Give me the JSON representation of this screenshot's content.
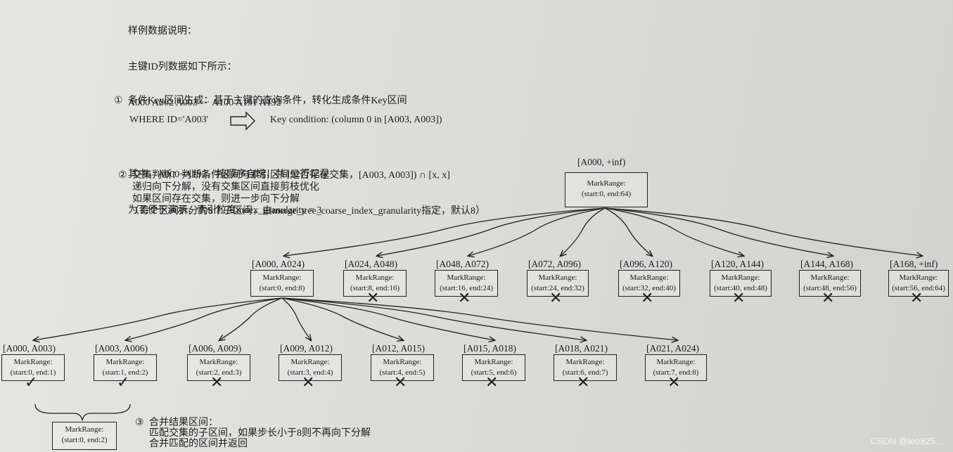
{
  "intro": [
    "样例数据说明：",
    "主键ID列数据如下所示：",
    "A000 A002 A003 ··· A100 A191 A192",
    "",
    "其中，A000~A192，按顺序自增，共192行记录",
    "为了便于演示，索引粒度index_granularity = 3"
  ],
  "step1": {
    "num": "①",
    "text": "条件Key区间生成：基于主键的查询条件，转化生成条件Key区间",
    "where": "WHERE ID='A003'",
    "arrow_icon": "right-arrow-icon",
    "key_condition": "Key condition: (column 0 in [A003, A003])"
  },
  "step2": {
    "num": "②",
    "lines": [
      "交集判断：判断条件区间与索引区间是否存在交集，[A003, A003]) ∩ [x, x]",
      "递归向下分解，没有交集区间直接剪枝优化",
      "如果区间存在交集，则进一步向下分解",
      "（每个区间拆分为8个子区间，由merge_tree_coarse_index_granularity指定，默认8）"
    ]
  },
  "step3": {
    "num": "③",
    "lines": [
      "合并结果区间：",
      "匹配交集的子区间，如果步长小于8则不再向下分解",
      "合并匹配的区间并返回"
    ]
  },
  "mark_title": "MarkRange:",
  "root": {
    "label": "[A000, +inf)",
    "range": "(start:0, end:64)"
  },
  "level1": [
    {
      "label": "[A000, A024)",
      "range": "(start:0, end:8)",
      "result": "expand"
    },
    {
      "label": "[A024, A048)",
      "range": "(start:8, end:16)",
      "result": "pruned"
    },
    {
      "label": "[A048, A072)",
      "range": "(start:16, end:24)",
      "result": "pruned"
    },
    {
      "label": "[A072, A096)",
      "range": "(start:24, end:32)",
      "result": "pruned"
    },
    {
      "label": "[A096, A120)",
      "range": "(start:32, end:40)",
      "result": "pruned"
    },
    {
      "label": "[A120, A144)",
      "range": "(start:40, end:48)",
      "result": "pruned"
    },
    {
      "label": "[A144, A168)",
      "range": "(start:48, end:56)",
      "result": "pruned"
    },
    {
      "label": "[A168, +inf)",
      "range": "(start:56, end:64)",
      "result": "pruned"
    }
  ],
  "level2": [
    {
      "label": "[A000, A003)",
      "range": "(start:0, end:1)",
      "result": "match"
    },
    {
      "label": "[A003, A006)",
      "range": "(start:1, end:2)",
      "result": "match"
    },
    {
      "label": "[A006, A009)",
      "range": "(start:2, end:3)",
      "result": "pruned"
    },
    {
      "label": "[A009, A012)",
      "range": "(start:3, end:4)",
      "result": "pruned"
    },
    {
      "label": "[A012, A015)",
      "range": "(start:4, end:5)",
      "result": "pruned"
    },
    {
      "label": "[A015, A018)",
      "range": "(start:5, end:6)",
      "result": "pruned"
    },
    {
      "label": "[A018, A021)",
      "range": "(start:6, end:7)",
      "result": "pruned"
    },
    {
      "label": "[A021, A024)",
      "range": "(start:7, end:8)",
      "result": "pruned"
    }
  ],
  "merged": {
    "range": "(start:0, end:2)"
  },
  "watermark": "CSDN @leo825..."
}
